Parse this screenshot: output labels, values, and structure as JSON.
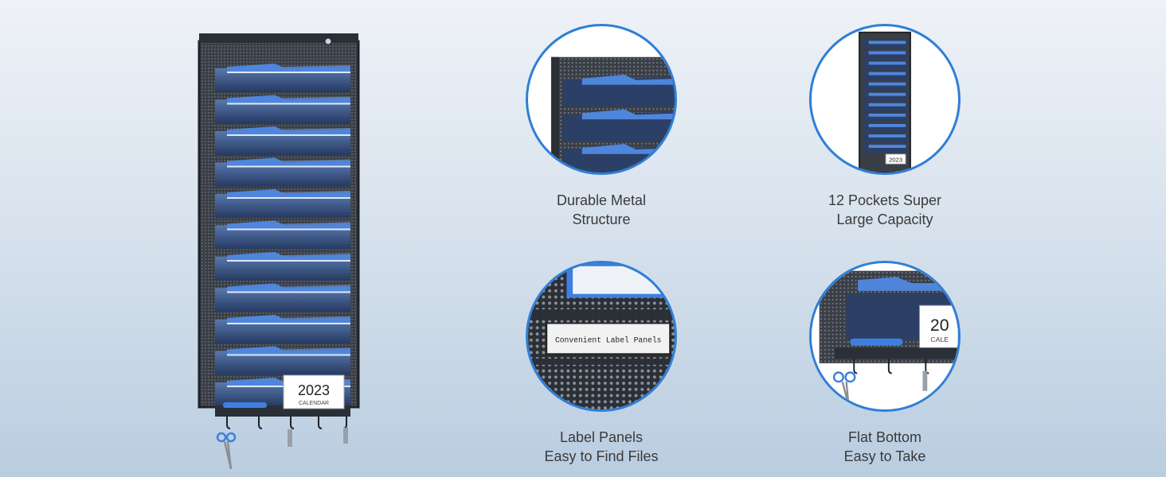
{
  "colors": {
    "accent": "#2f7fd6",
    "metal": "#2b2f36",
    "folder_blue": "#4f86dc",
    "folder_dark": "#2c3f66"
  },
  "product": {
    "calendar_year": "2023",
    "calendar_text": "CALENDAR"
  },
  "features": [
    {
      "icon": "metal-structure-closeup",
      "line1": "Durable Metal",
      "line2": "Structure"
    },
    {
      "icon": "pockets-overview",
      "line1": "12 Pockets Super",
      "line2": "Large Capacity",
      "badge": "2023"
    },
    {
      "icon": "label-panel-closeup",
      "line1": "Label Panels",
      "line2": "Easy to Find Files",
      "label_text": "Convenient Label Panels"
    },
    {
      "icon": "flat-bottom-closeup",
      "line1": "Flat Bottom",
      "line2": "Easy to Take",
      "calendar_partial": "20",
      "calendar_partial_text": "CALE"
    }
  ]
}
